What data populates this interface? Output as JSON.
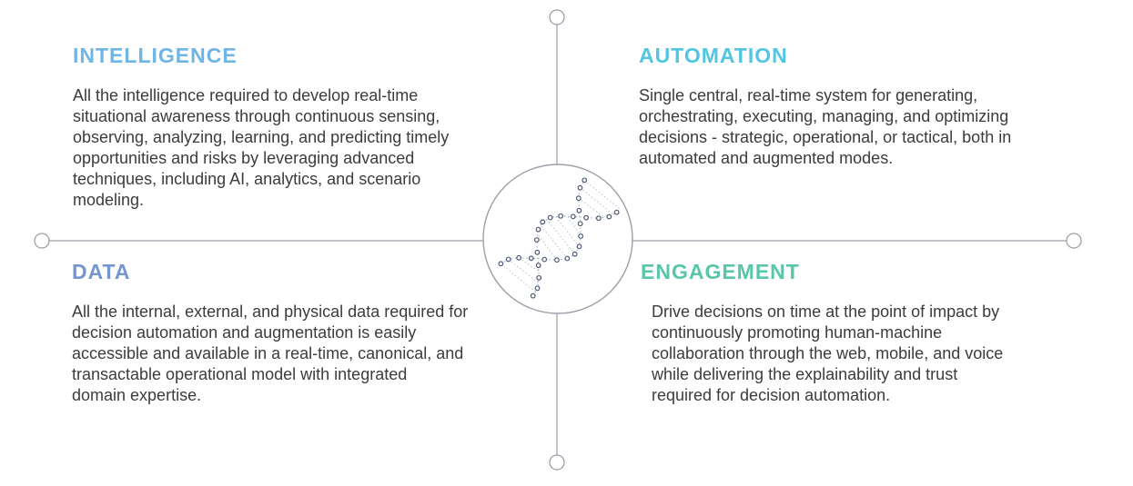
{
  "diagram": {
    "quadrants": [
      {
        "id": "intelligence",
        "title": "INTELLIGENCE",
        "title_color": "#6FB5E5",
        "description": "All the intelligence required to develop real-time\nsituational awareness through continuous sensing,\nobserving, analyzing, learning, and predicting timely\nopportunities and risks by leveraging advanced\ntechniques, including AI, analytics, and scenario\nmodeling."
      },
      {
        "id": "automation",
        "title": "AUTOMATION",
        "title_color": "#52C6E0",
        "description": "Single central, real-time system for generating,\norchestrating, executing, managing, and optimizing\ndecisions - strategic, operational, or tactical, both in\nautomated and augmented modes."
      },
      {
        "id": "data",
        "title": "DATA",
        "title_color": "#7495D2",
        "description": "All the internal, external, and physical data required for\ndecision automation and augmentation is easily\naccessible and available in a real-time, canonical, and\ntransactable operational model with integrated\ndomain expertise."
      },
      {
        "id": "engagement",
        "title": "ENGAGEMENT",
        "title_color": "#59C6A9",
        "description": "Drive decisions on time at the point of impact by\ncontinuously promoting human-machine\ncollaboration through the web, mobile, and voice\nwhile delivering the explainability and trust\nrequired for decision automation."
      }
    ],
    "center_icon": "dna-helix-icon",
    "colors": {
      "background": "#FFFFFF",
      "connector_line": "#9BA0A9",
      "body_text": "#3B3C3E",
      "dna_node": "#4A5674"
    }
  }
}
